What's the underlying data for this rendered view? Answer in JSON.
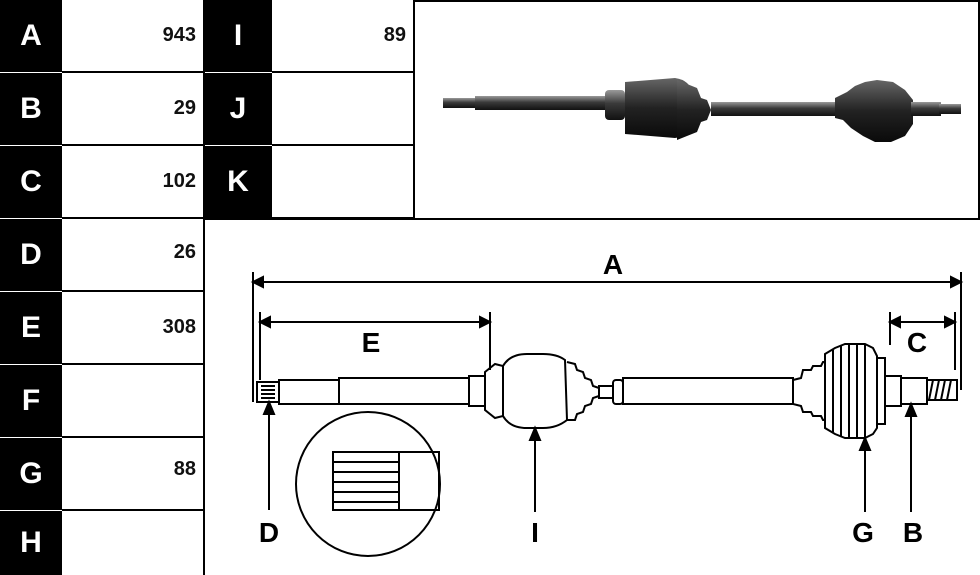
{
  "left_table": [
    {
      "label": "A",
      "value": "943"
    },
    {
      "label": "B",
      "value": "29"
    },
    {
      "label": "C",
      "value": "102"
    },
    {
      "label": "D",
      "value": "26"
    },
    {
      "label": "E",
      "value": "308"
    },
    {
      "label": "F",
      "value": ""
    },
    {
      "label": "G",
      "value": "88"
    },
    {
      "label": "H",
      "value": ""
    }
  ],
  "right_table": [
    {
      "label": "I",
      "value": "89"
    },
    {
      "label": "J",
      "value": ""
    },
    {
      "label": "K",
      "value": ""
    }
  ],
  "diagram": {
    "dim_a": "A",
    "dim_e": "E",
    "dim_c": "C",
    "callout_d": "D",
    "callout_i": "I",
    "callout_g": "G",
    "callout_b": "B"
  },
  "colors": {
    "label_bg": "#000000",
    "line": "#000000",
    "photo_dark": "#2a2a2a"
  }
}
